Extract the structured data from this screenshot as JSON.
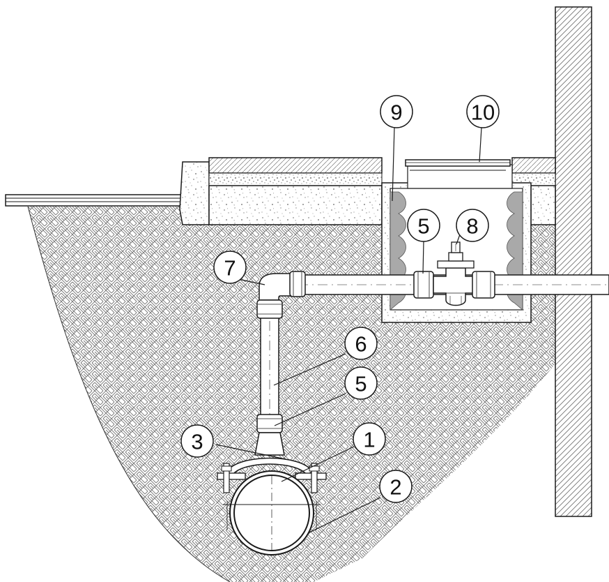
{
  "diagram": {
    "callouts": [
      {
        "id": "c1",
        "label": "1"
      },
      {
        "id": "c2",
        "label": "2"
      },
      {
        "id": "c3",
        "label": "3"
      },
      {
        "id": "c5a",
        "label": "5"
      },
      {
        "id": "c5b",
        "label": "5"
      },
      {
        "id": "c6",
        "label": "6"
      },
      {
        "id": "c7",
        "label": "7"
      },
      {
        "id": "c8",
        "label": "8"
      },
      {
        "id": "c9",
        "label": "9"
      },
      {
        "id": "c10",
        "label": "10"
      }
    ],
    "colors": {
      "line": "#1a1a1a",
      "hatch": "#7a7a7a",
      "gravel": "#8c8c8c",
      "insulation": "#a9a9a9",
      "background": "#ffffff"
    }
  }
}
